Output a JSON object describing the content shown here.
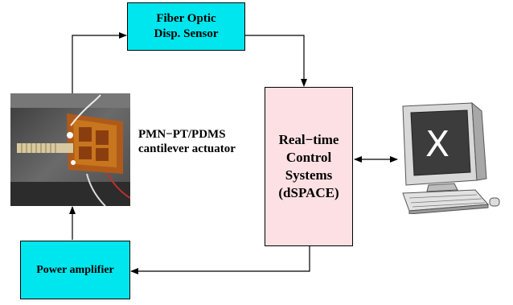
{
  "nodes": {
    "sensor": {
      "line1": "Fiber Optic",
      "line2": "Disp. Sensor"
    },
    "actuator": {
      "line1": "PMN−PT/PDMS",
      "line2": "cantilever actuator"
    },
    "controller": {
      "line1": "Real−time",
      "line2": "Control",
      "line3": "Systems",
      "line4": "(dSPACE)"
    },
    "amplifier": {
      "label": "Power amplifier"
    },
    "computer": {
      "screen_glyph": "X"
    }
  },
  "colors": {
    "sensor_box": "#00e6ee",
    "amplifier_box": "#00e6ee",
    "controller_box": "#fde0e4"
  },
  "edges": [
    {
      "from": "actuator",
      "to": "sensor",
      "direction": "forward"
    },
    {
      "from": "sensor",
      "to": "controller",
      "direction": "forward"
    },
    {
      "from": "controller",
      "to": "computer",
      "direction": "both"
    },
    {
      "from": "controller",
      "to": "amplifier",
      "direction": "forward"
    },
    {
      "from": "amplifier",
      "to": "actuator",
      "direction": "forward"
    }
  ]
}
